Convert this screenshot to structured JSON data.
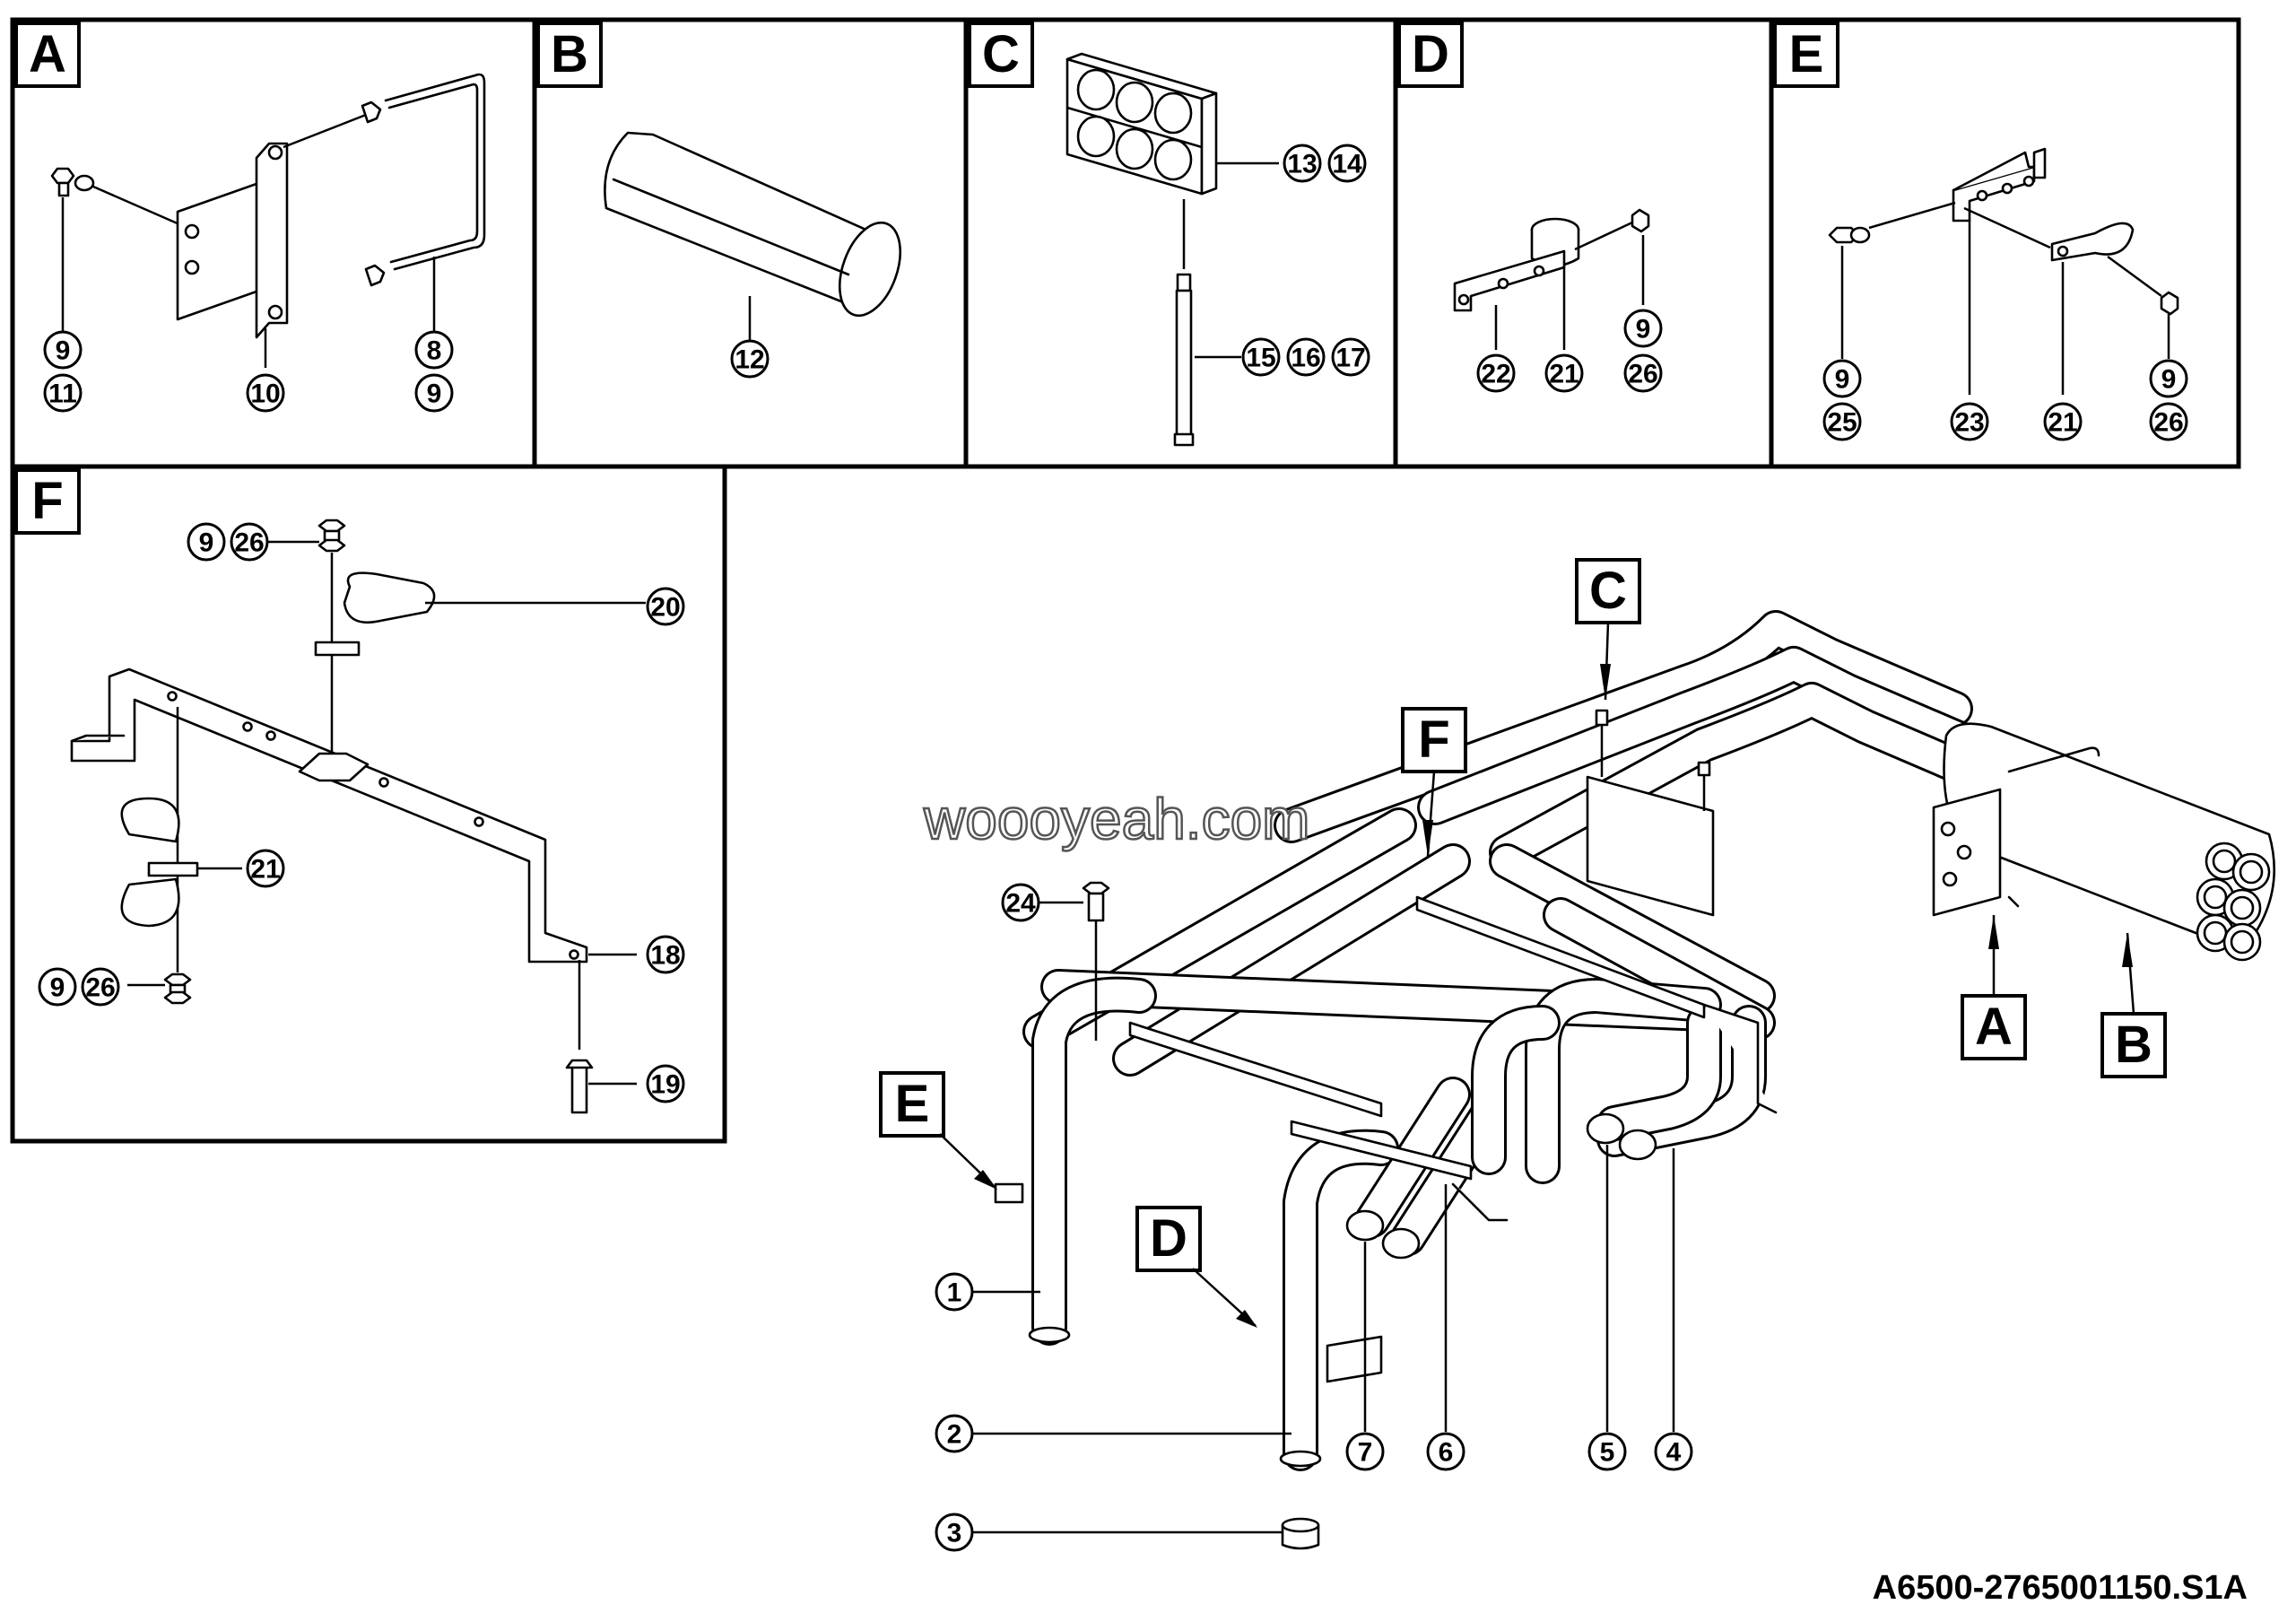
{
  "panels": {
    "A": {
      "letter": "A"
    },
    "B": {
      "letter": "B"
    },
    "C": {
      "letter": "C"
    },
    "D": {
      "letter": "D"
    },
    "E": {
      "letter": "E"
    },
    "F": {
      "letter": "F"
    }
  },
  "callouts": {
    "a_9": "9",
    "a_11": "11",
    "a_10": "10",
    "a_8": "8",
    "a_9b": "9",
    "b_12": "12",
    "c_13": "13",
    "c_14": "14",
    "c_15": "15",
    "c_16": "16",
    "c_17": "17",
    "d_22": "22",
    "d_21": "21",
    "d_9": "9",
    "d_26": "26",
    "e_9": "9",
    "e_25": "25",
    "e_23": "23",
    "e_21": "21",
    "e_9b": "9",
    "e_26": "26",
    "f_9a": "9",
    "f_26a": "26",
    "f_20": "20",
    "f_21": "21",
    "f_9b": "9",
    "f_26b": "26",
    "f_18": "18",
    "f_19": "19",
    "m_1": "1",
    "m_2": "2",
    "m_3": "3",
    "m_4": "4",
    "m_5": "5",
    "m_6": "6",
    "m_7": "7",
    "m_24": "24"
  },
  "view_labels": {
    "A": "A",
    "B": "B",
    "C": "C",
    "D": "D",
    "E": "E",
    "F": "F"
  },
  "watermark": "woooyeah.com",
  "drawing_number": "A6500-2765001150.S1A"
}
